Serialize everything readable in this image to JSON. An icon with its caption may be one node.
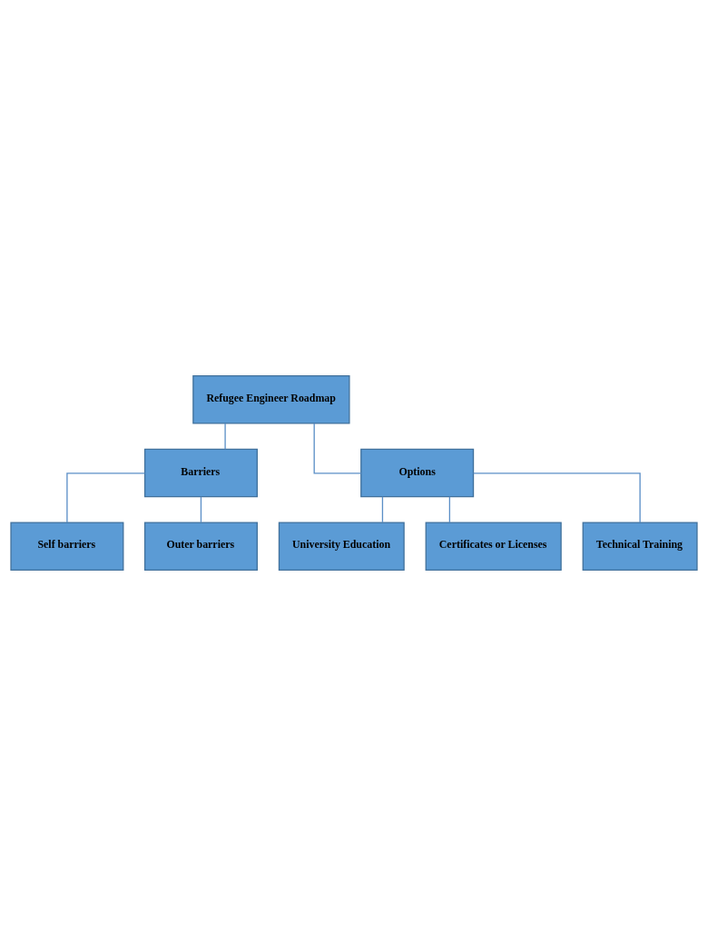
{
  "diagram": {
    "nodes": [
      {
        "text": [
          "Refugee Engineer Roadmap"
        ]
      },
      {
        "text": [
          "Barriers"
        ]
      },
      {
        "text": [
          "Options"
        ]
      },
      {
        "text": [
          "Self barriers"
        ]
      },
      {
        "text": [
          "Outer barriers"
        ]
      },
      {
        "text": [
          "University Education"
        ]
      },
      {
        "text": [
          "Certificates or Licenses"
        ]
      },
      {
        "text": [
          "Technical Training"
        ]
      }
    ],
    "edges": [
      {
        "from": 0,
        "to": 1,
        "arrow": "none"
      },
      {
        "from": 0,
        "to": 2,
        "arrow": "none"
      },
      {
        "from": 1,
        "to": 3,
        "arrow": "none"
      },
      {
        "from": 1,
        "to": 4,
        "arrow": "none"
      },
      {
        "from": 2,
        "to": 5,
        "arrow": "none"
      },
      {
        "from": 2,
        "to": 6,
        "arrow": "none"
      },
      {
        "from": 2,
        "to": 7,
        "arrow": "none"
      }
    ]
  }
}
